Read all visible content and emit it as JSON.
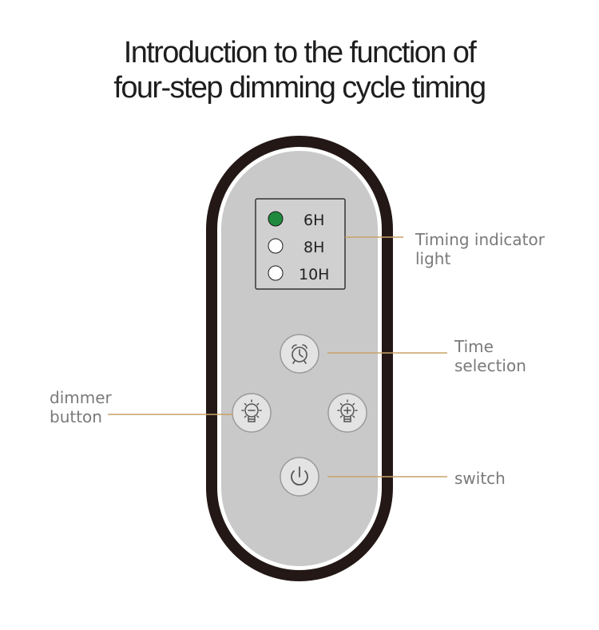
{
  "title": {
    "line1": "Introduction to the function of",
    "line2": "four-step dimming cycle timing"
  },
  "indicator": {
    "items": [
      {
        "label": "6H",
        "lit": true
      },
      {
        "label": "8H",
        "lit": false
      },
      {
        "label": "10H",
        "lit": false
      }
    ],
    "lit_color": "#1f8a3e"
  },
  "callouts": {
    "timing_indicator": {
      "line1": "Timing indicator",
      "line2": "light"
    },
    "time_selection": {
      "line1": "Time",
      "line2": "selection"
    },
    "dimmer_button": {
      "line1": "dimmer",
      "line2": "button"
    },
    "switch": {
      "line1": "switch"
    }
  },
  "colors": {
    "body": "#231815",
    "panel": "#c9c9c9",
    "leader": "#c9a267",
    "label": "#7a7a7a"
  },
  "icons": [
    "alarm-clock-icon",
    "bulb-minus-icon",
    "bulb-plus-icon",
    "power-icon"
  ]
}
